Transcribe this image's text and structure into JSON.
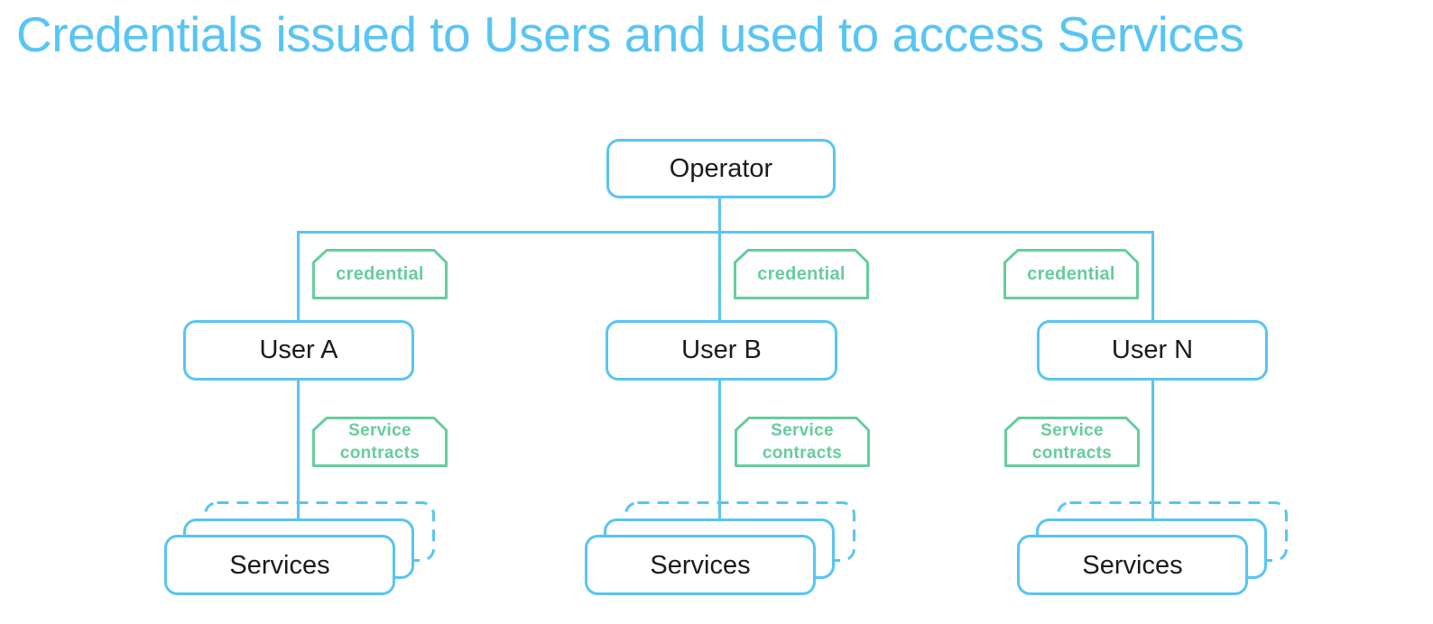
{
  "title": {
    "text": "Credentials issued to Users and used to access Services"
  },
  "colors": {
    "blue": "#58c5f2",
    "green": "#66cd9c",
    "ink": "#1b1b1b",
    "background": "#ffffff"
  },
  "diagram": {
    "type": "tree",
    "root": {
      "label": "Operator"
    },
    "edge_tag_upper": "credential",
    "edge_tag_lower": "Service contracts",
    "columns": [
      {
        "credential_label": "credential",
        "user_label": "User A",
        "contract_label_line1": "Service",
        "contract_label_line2": "contracts",
        "services_label": "Services"
      },
      {
        "credential_label": "credential",
        "user_label": "User B",
        "contract_label_line1": "Service",
        "contract_label_line2": "contracts",
        "services_label": "Services"
      },
      {
        "credential_label": "credential",
        "user_label": "User N",
        "contract_label_line1": "Service",
        "contract_label_line2": "contracts",
        "services_label": "Services"
      }
    ]
  }
}
